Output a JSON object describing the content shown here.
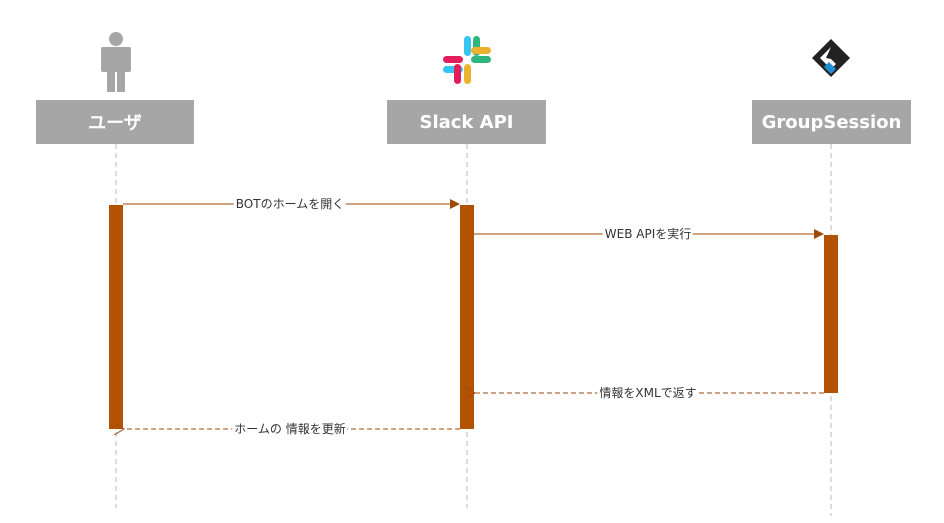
{
  "diagram": {
    "actors": [
      {
        "id": "user",
        "label": "ユーザ",
        "icon": "person-icon"
      },
      {
        "id": "slack",
        "label": "Slack API",
        "icon": "slack-logo-icon"
      },
      {
        "id": "gs",
        "label": "GroupSession",
        "icon": "groupsession-logo-icon"
      }
    ],
    "messages": [
      {
        "from": "user",
        "to": "slack",
        "label": "BOTのホームを開く",
        "style": "solid"
      },
      {
        "from": "slack",
        "to": "gs",
        "label": "WEB APIを実行",
        "style": "solid"
      },
      {
        "from": "gs",
        "to": "slack",
        "label": "情報をXMLで返す",
        "style": "dashed"
      },
      {
        "from": "slack",
        "to": "user",
        "label": "ホームの 情報を更新",
        "style": "dashed"
      }
    ],
    "colors": {
      "actor_box": "#a6a6a6",
      "activation": "#b35200",
      "arrow": "#9e4a06",
      "lifeline": "#bbbbbb"
    }
  }
}
